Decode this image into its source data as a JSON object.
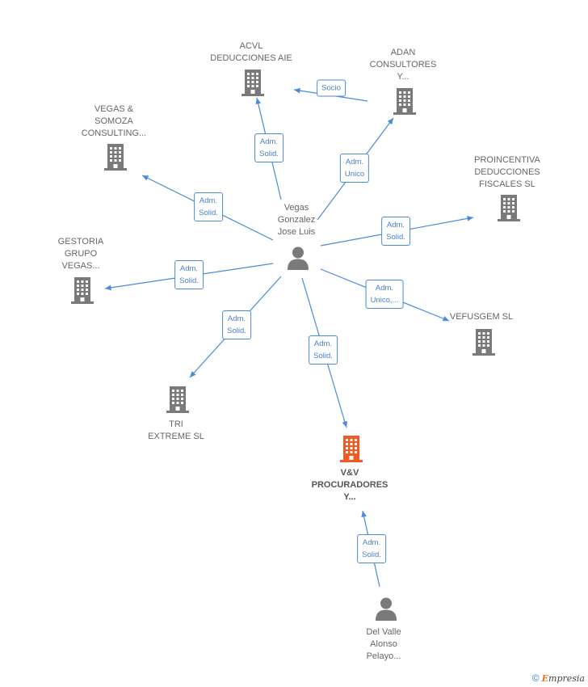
{
  "graph": {
    "nodes": [
      {
        "id": "acvl",
        "label": [
          "ACVL",
          "DEDUCCIONES AIE"
        ],
        "type": "company"
      },
      {
        "id": "adan",
        "label": [
          "ADAN",
          "CONSULTORES",
          "Y..."
        ],
        "type": "company"
      },
      {
        "id": "vegas_somoza",
        "label": [
          "VEGAS &",
          "SOMOZA",
          "CONSULTING..."
        ],
        "type": "company"
      },
      {
        "id": "proincentiva",
        "label": [
          "PROINCENTIVA",
          "DEDUCCIONES",
          "FISCALES  SL"
        ],
        "type": "company"
      },
      {
        "id": "gestoria",
        "label": [
          "GESTORIA",
          "GRUPO",
          "VEGAS..."
        ],
        "type": "company"
      },
      {
        "id": "vefusgem",
        "label": [
          "VEFUSGEM SL"
        ],
        "type": "company"
      },
      {
        "id": "tri",
        "label": [
          "TRI",
          "EXTREME SL"
        ],
        "type": "company"
      },
      {
        "id": "vv",
        "label": [
          "V&V",
          "PROCURADORES",
          "Y..."
        ],
        "type": "company",
        "focus": true
      },
      {
        "id": "vegas_person",
        "label": [
          "Vegas",
          "Gonzalez",
          "Jose Luis"
        ],
        "type": "person"
      },
      {
        "id": "delvalle",
        "label": [
          "Del Valle",
          "Alonso",
          "Pelayo..."
        ],
        "type": "person"
      }
    ],
    "edges": [
      {
        "from": "vegas_person",
        "to": "acvl",
        "label": [
          "Adm.",
          "Solid."
        ]
      },
      {
        "from": "adan",
        "to": "acvl",
        "label": [
          "Socio"
        ]
      },
      {
        "from": "vegas_person",
        "to": "adan",
        "label": [
          "Adm.",
          "Unico"
        ]
      },
      {
        "from": "vegas_person",
        "to": "vegas_somoza",
        "label": [
          "Adm.",
          "Solid."
        ]
      },
      {
        "from": "vegas_person",
        "to": "proincentiva",
        "label": [
          "Adm.",
          "Solid."
        ]
      },
      {
        "from": "vegas_person",
        "to": "gestoria",
        "label": [
          "Adm.",
          "Solid."
        ]
      },
      {
        "from": "vegas_person",
        "to": "vefusgem",
        "label": [
          "Adm.",
          "Unico,..."
        ]
      },
      {
        "from": "vegas_person",
        "to": "tri",
        "label": [
          "Adm.",
          "Solid."
        ]
      },
      {
        "from": "vegas_person",
        "to": "vv",
        "label": [
          "Adm.",
          "Solid."
        ]
      },
      {
        "from": "delvalle",
        "to": "vv",
        "label": [
          "Adm.",
          "Solid."
        ]
      }
    ]
  },
  "colors": {
    "edge": "#4a8ad8",
    "company_icon": "#7a7a7a",
    "focus_icon": "#f15a24",
    "person_icon": "#7a7a7a"
  },
  "footer": {
    "copyright": "©",
    "brand_initial": "E",
    "brand_rest": "mpresia"
  }
}
